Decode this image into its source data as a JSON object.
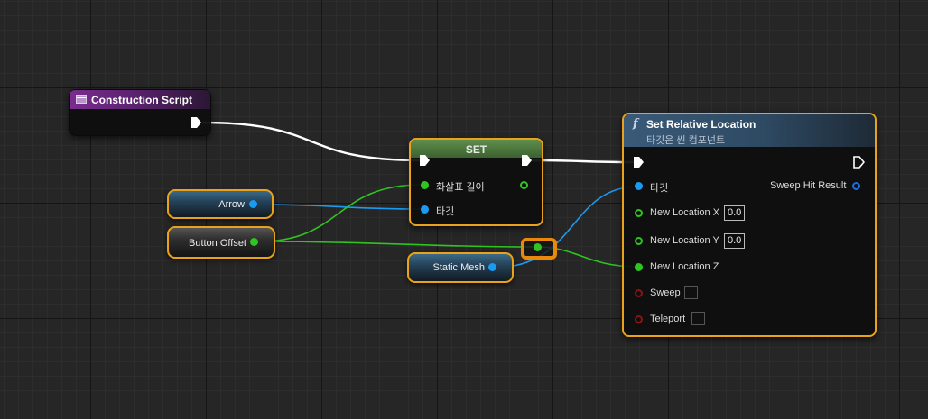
{
  "nodes": {
    "construction_script": {
      "title": "Construction Script"
    },
    "set": {
      "title": "SET",
      "inputs": [
        "화살표 길이",
        "타깃"
      ]
    },
    "set_relative_location": {
      "icon": "function-icon",
      "title": "Set Relative Location",
      "subtitle": "타깃은 씬 컴포넌트",
      "inputs": {
        "target": "타깃",
        "new_location_x": {
          "label": "New Location X",
          "value": "0.0"
        },
        "new_location_y": {
          "label": "New Location Y",
          "value": "0.0"
        },
        "new_location_z": {
          "label": "New Location Z"
        },
        "sweep": {
          "label": "Sweep"
        },
        "teleport": {
          "label": "Teleport"
        }
      },
      "outputs": {
        "sweep_hit_result": "Sweep Hit Result"
      }
    },
    "arrow": {
      "label": "Arrow"
    },
    "button_offset": {
      "label": "Button Offset"
    },
    "static_mesh": {
      "label": "Static Mesh"
    }
  },
  "colors": {
    "exec_wire": "#ffffff",
    "object_pin": "#1a9bef",
    "float_pin": "#2fc41f",
    "struct_pin": "#1a6fe0",
    "bool_pin": "#8a1414",
    "selection": "#e8a21c",
    "function_header": "#3a5a78",
    "event_header": "#7a2c8f",
    "set_header": "#5f8f4c"
  }
}
